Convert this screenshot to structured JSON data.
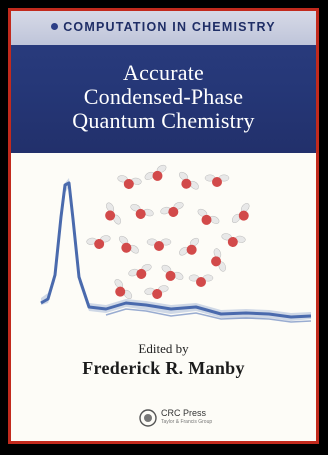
{
  "cover": {
    "series": "COMPUTATION IN CHEMISTRY",
    "title_lines": [
      "Accurate",
      "Condensed-Phase",
      "Quantum Chemistry"
    ],
    "edited_by": "Edited by",
    "editor": "Frederick R. Manby",
    "publisher": {
      "name": "CRC Press",
      "subtitle": "Taylor & Francis Group"
    }
  },
  "colors": {
    "border": "#c22a1d",
    "banner": "#253777",
    "series_band": "#c8cde0",
    "curve": "#4a6aad",
    "oxygen": "#d24a4a",
    "hydrogen": "#e8e8e8"
  },
  "icons": [
    "series-dot-icon",
    "crc-press-logo-icon"
  ]
}
